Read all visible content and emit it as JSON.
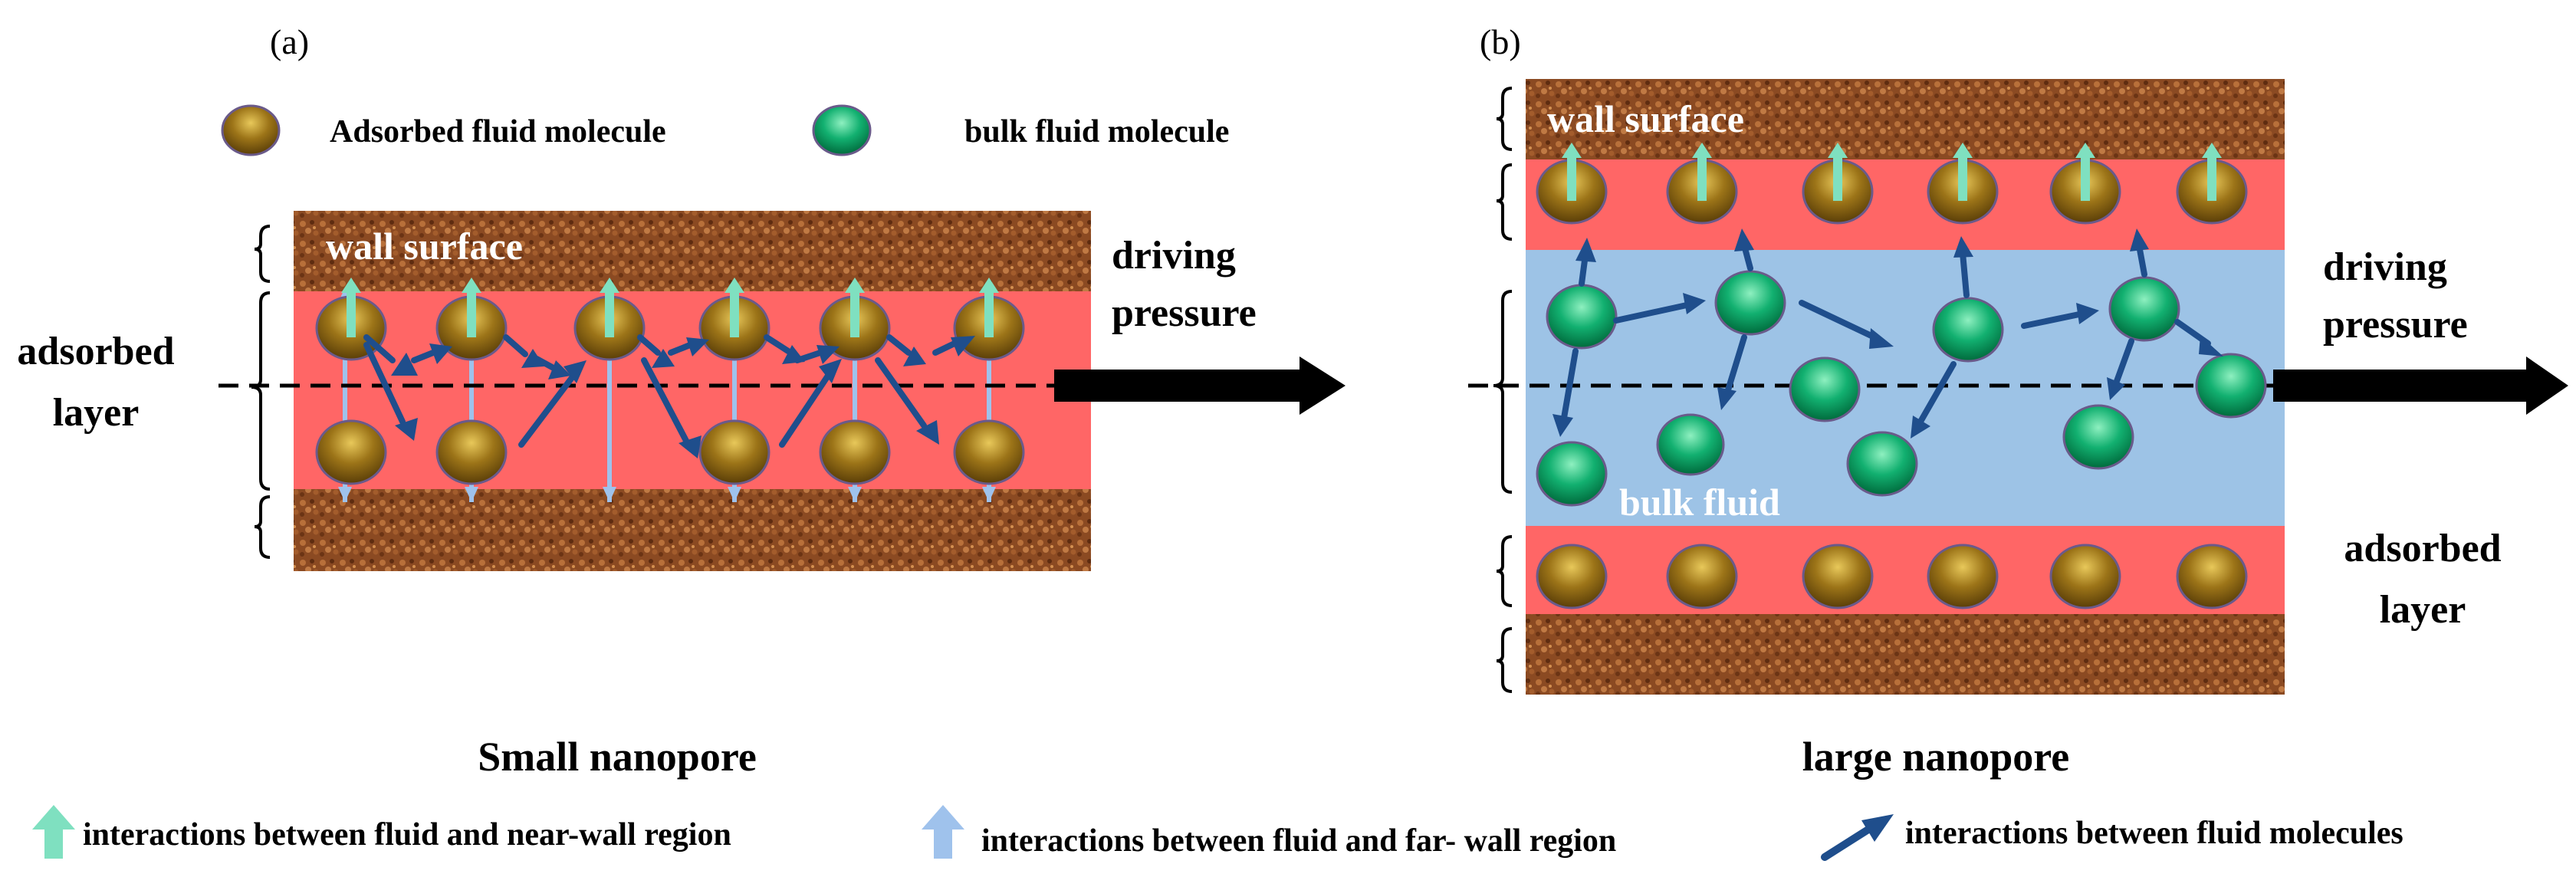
{
  "panel_a": {
    "label": "(a)",
    "legend_adsorbed": "Adsorbed fluid molecule",
    "legend_bulk": "bulk fluid molecule",
    "wall_label": "wall surface",
    "adsorbed_label": [
      "adsorbed",
      "layer"
    ],
    "pressure_label": [
      "driving",
      "pressure"
    ],
    "caption": "Small nanopore"
  },
  "panel_b": {
    "label": "(b)",
    "wall_label": "wall surface",
    "bulk_label": "bulk fluid",
    "adsorbed_label": [
      "adsorbed",
      "layer"
    ],
    "pressure_label": [
      "driving",
      "pressure"
    ],
    "caption": "large nanopore"
  },
  "legend": {
    "near_wall": "interactions between fluid and near-wall region",
    "far_wall": "interactions between fluid and far- wall region",
    "fluid_fluid": "interactions between fluid molecules"
  },
  "colors": {
    "wall": "#8b4513",
    "adsorbed_layer": "#ff6666",
    "bulk_region": "#9dc3e6",
    "adsorbed_molecule": "#8b6914",
    "bulk_molecule": "#00b06b",
    "near_wall_arrow": "#7fe0c0",
    "far_wall_arrow": "#9fc2ec",
    "fluid_arrow": "#1f4e8c",
    "pressure_arrow": "#000000"
  }
}
